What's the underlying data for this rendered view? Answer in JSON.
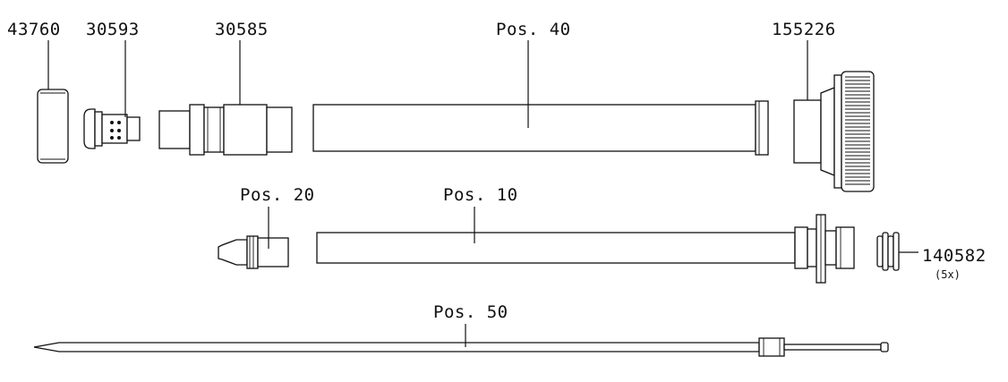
{
  "labels": {
    "p43760": "43760",
    "p30593": "30593",
    "p30585": "30585",
    "pos40": "Pos. 40",
    "p155226": "155226",
    "pos20": "Pos. 20",
    "pos10": "Pos. 10",
    "p140582": "140582",
    "p140582_qty": "(5x)",
    "pos50": "Pos. 50"
  }
}
